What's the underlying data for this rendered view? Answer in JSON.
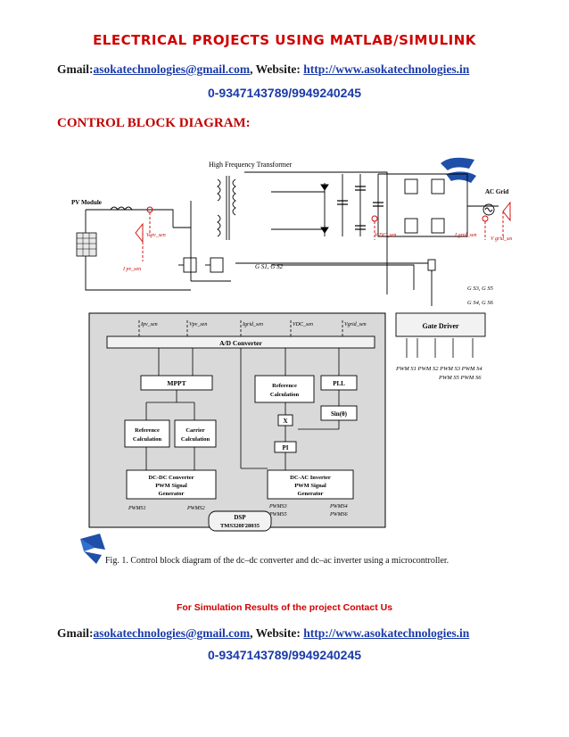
{
  "header": {
    "title": "Electrical Projects Using Matlab/Simulink",
    "gmail_label": "Gmail:",
    "email": "asokatechnologies@gmail.com",
    "website_label": ", Website: ",
    "website": "http://www.asokatechnologies.in",
    "phone": "0-9347143789/9949240245"
  },
  "section_heading": "CONTROL BLOCK DIAGRAM:",
  "diagram": {
    "hf_transformer": "High Frequency Transformer",
    "pv_module": "PV Module",
    "ac_grid": "AC Grid",
    "gate_driver": "Gate Driver",
    "ad_converter": "A/D Converter",
    "mppt": "MPPT",
    "reference_calc": "Reference Calculation",
    "carrier_calc": "Carrier Calculation",
    "pll": "PLL",
    "sin": "Sin(θ)",
    "multiplier": "X",
    "pi": "PI",
    "dcdc_gen": "DC-DC Converter PWM Signal Generator",
    "dcac_gen": "DC-AC Inverter PWM Signal Generator",
    "dsp": "DSP",
    "dsp_model": "TMS320F28035",
    "sensors": [
      "Ipv_sen",
      "Vpv_sen",
      "Igrid_sen",
      "VDC_sen",
      "Vgrid_sen"
    ],
    "pwm_labels": [
      "PWMS1",
      "PWMS2",
      "PWMS3",
      "PWMS5",
      "PWMS4",
      "PWMS6"
    ]
  },
  "caption": "Fig. 1. Control block diagram of the dc–dc converter and dc–ac inverter using a microcontroller.",
  "sim_note": "For Simulation Results of the project Contact Us",
  "footer": {
    "gmail_label": "Gmail:",
    "email": "asokatechnologies@gmail.com",
    "website_label": ", Website: ",
    "website": "http://www.asokatechnologies.in",
    "phone": "0-9347143789/9949240245"
  }
}
